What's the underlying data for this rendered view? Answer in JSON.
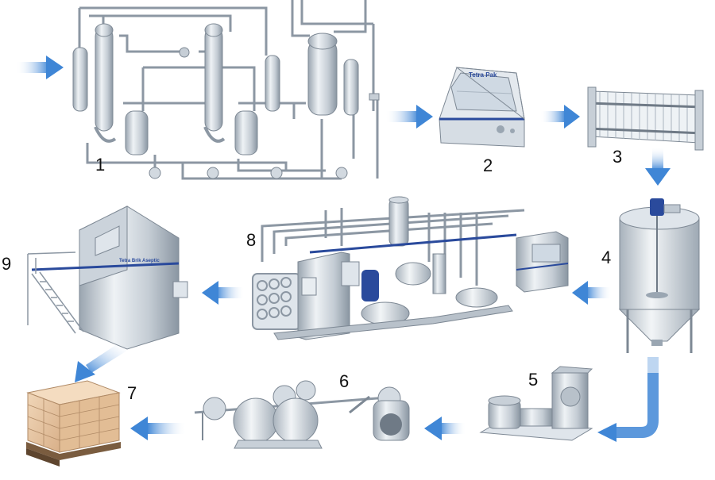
{
  "step_labels": {
    "s1": "1",
    "s2": "2",
    "s3": "3",
    "s4": "4",
    "s5": "5",
    "s6": "6",
    "s7": "7",
    "s8": "8",
    "s9": "9"
  },
  "branding": {
    "tetra_pak": "Tetra Pak",
    "filler_label": "Tetra Brik Aseptic"
  },
  "colors": {
    "arrow_blue": "#4a90d9",
    "steel": "#c9d2da",
    "steel_dark": "#8e9aa6",
    "pipe": "#9aa6b2",
    "accent_blue": "#2a4a9c",
    "box_tan": "#e8c9a6"
  },
  "icons": [
    "flow-arrow-icon",
    "evaporator-icon",
    "centrifuge-icon",
    "filter-press-icon",
    "mixing-tank-icon",
    "homogenizer-icon",
    "paper-roll-machine-icon",
    "pallet-icon",
    "uht-plant-icon",
    "filling-machine-icon"
  ]
}
